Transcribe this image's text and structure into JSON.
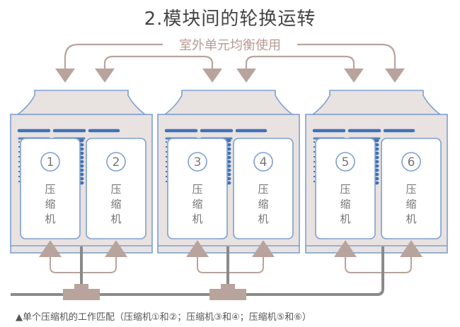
{
  "title": "2.模块间的轮换运转",
  "subtitle": "室外单元均衡使用",
  "caption": "▲单个压缩机的工作匹配（压缩机①和②；压缩机③和④；压缩机⑤和⑥）",
  "colors": {
    "unit_fill": "#e8e2e1",
    "unit_stroke": "#7f9fcf",
    "vent_blue": "#3f72b8",
    "arrow": "#b8a49d",
    "pipe": "#8a8a8a",
    "card_fill": "#ffffff"
  },
  "modules": [
    {
      "compressors": [
        {
          "number": "1",
          "label": [
            "压",
            "缩",
            "机"
          ]
        },
        {
          "number": "2",
          "label": [
            "压",
            "缩",
            "机"
          ]
        }
      ]
    },
    {
      "compressors": [
        {
          "number": "3",
          "label": [
            "压",
            "缩",
            "机"
          ]
        },
        {
          "number": "4",
          "label": [
            "压",
            "缩",
            "机"
          ]
        }
      ]
    },
    {
      "compressors": [
        {
          "number": "5",
          "label": [
            "压",
            "缩",
            "机"
          ]
        },
        {
          "number": "6",
          "label": [
            "压",
            "缩",
            "机"
          ]
        }
      ]
    }
  ]
}
